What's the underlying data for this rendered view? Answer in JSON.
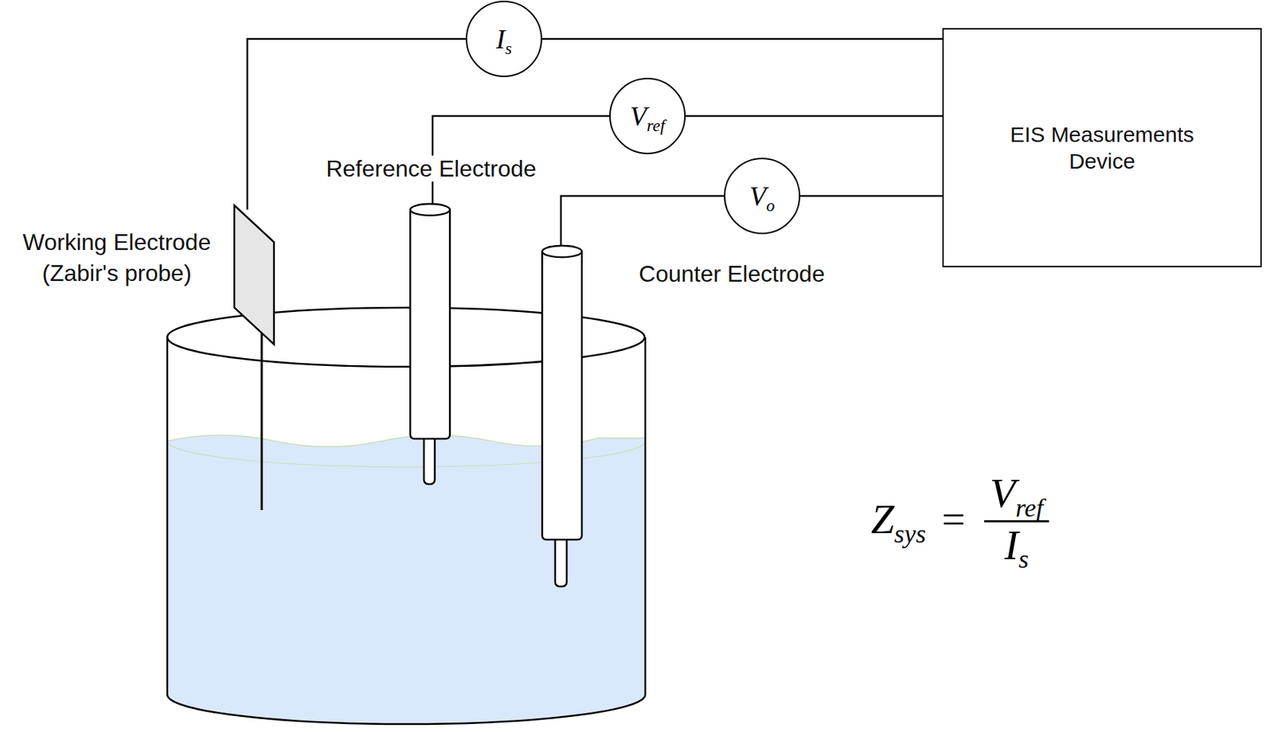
{
  "diagram": {
    "nodes": [
      {
        "text": [
          "I",
          "s"
        ]
      },
      {
        "text": [
          "V",
          "ref"
        ]
      },
      {
        "text": [
          "V",
          "o"
        ]
      },
      {
        "text": [
          "EIS Measurements Device"
        ]
      }
    ],
    "edges": [
      {
        "from": 0,
        "to": 3,
        "arrow": "none"
      },
      {
        "from": 1,
        "to": 3,
        "arrow": "none"
      },
      {
        "from": 2,
        "to": 3,
        "arrow": "none"
      }
    ],
    "labels": [
      "Working Electrode (Zabir's probe)",
      "Reference Electrode",
      "Counter Electrode",
      "Z",
      "sys",
      "=",
      "V",
      "ref",
      "I",
      "s"
    ]
  }
}
